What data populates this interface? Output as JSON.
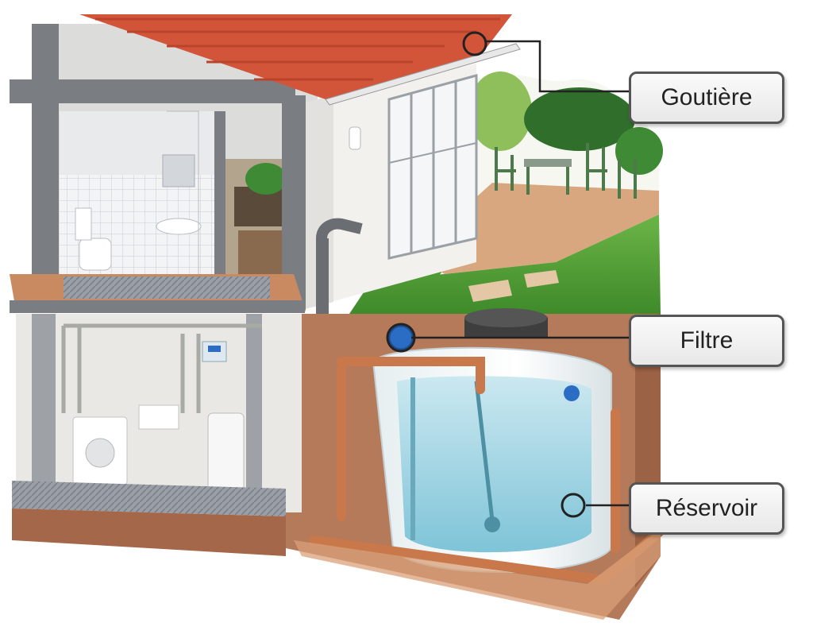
{
  "labels": {
    "gutter": "Goutière",
    "filter": "Filtre",
    "tank": "Réservoir"
  },
  "colors": {
    "roof": "#d2553a",
    "pipe": "#c8784a",
    "water": "#a8d6e4",
    "lawn": "#5aa43a",
    "patio": "#d9a77f",
    "wall": "#ecebe8",
    "frame": "#7a7d82",
    "soil": "#b57a5a",
    "filter": "#2b6cc4"
  },
  "icons": {
    "gutter_marker": "ring-marker-icon",
    "filter_marker": "ring-marker-icon",
    "tank_marker": "ring-marker-icon"
  }
}
